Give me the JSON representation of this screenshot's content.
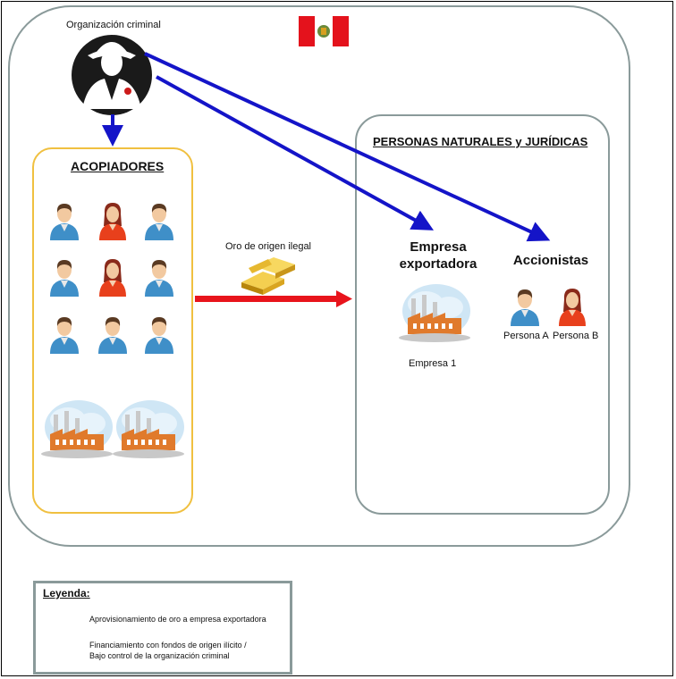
{
  "org_label": "Organización criminal",
  "acopiadores_title": "ACOPIADORES",
  "personas_title": "PERSONAS NATURALES y JURÍDICAS",
  "empresa_title_line1": "Empresa",
  "empresa_title_line2": "exportadora",
  "empresa_caption": "Empresa 1",
  "accionistas_title": "Accionistas",
  "persona_a": "Persona A",
  "persona_b": "Persona B",
  "gold_label": "Oro de origen ilegal",
  "legend": {
    "title": "Leyenda:",
    "red_text": "Aprovisionamiento de oro a empresa exportadora",
    "blue_text_line1": "Financiamiento con fondos de origen ilícito /",
    "blue_text_line2": "Bajo control de la organización criminal"
  },
  "colors": {
    "red_arrow": "#e8141c",
    "blue_arrow": "#1414c8",
    "male_shirt": "#3f8fc8",
    "female_shirt": "#e8401c",
    "flag_red": "#e4121c"
  },
  "icons": [
    "hacker-icon",
    "peru-flag-icon",
    "male-person-icon",
    "female-person-icon",
    "factory-icon",
    "gold-bars-icon"
  ]
}
